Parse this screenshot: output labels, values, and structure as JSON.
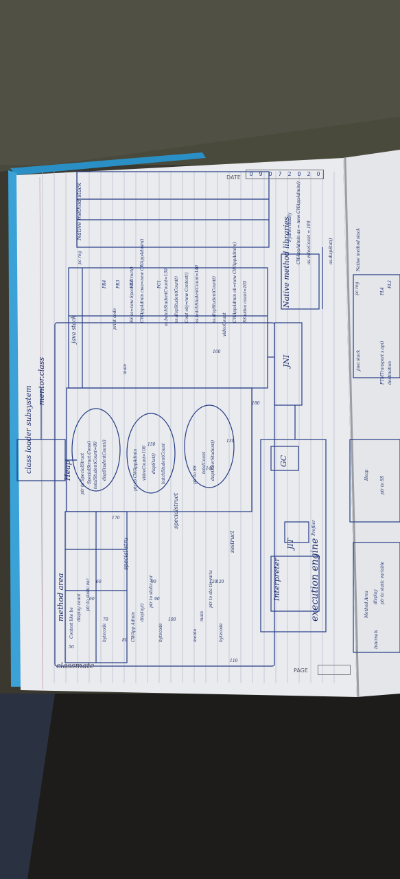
{
  "page": {
    "brand": "classmate",
    "page_label": "PAGE",
    "date_label": "DATE",
    "date_digits": [
      "0",
      "9",
      "0",
      "7",
      "2",
      "0",
      "2",
      "0"
    ]
  },
  "notes": {
    "class_loader": "class loader subsystem",
    "mentor_class": "mentor.class",
    "method_area": "method area",
    "heap": "Heap",
    "java_stack": "java stack",
    "pc_reg": "pc reg",
    "native_method_stack": "Native method stack",
    "native_method_libraries": "Native method libraries",
    "jni": "JNI",
    "execution_engine": "execution engine",
    "interpreter": "Interpreter",
    "gc": "GC",
    "jit": "JIT",
    "profiler": "Profiler",
    "ssstruct": "ssstruct",
    "special_struct": "specialstruct",
    "special_stru": "special stru",
    "pr_labels": [
      "PR4",
      "PR3",
      "PR2",
      "PC1"
    ],
    "num_labels": [
      "50",
      "60",
      "70",
      "80",
      "90",
      "100",
      "110",
      "120",
      "130",
      "140",
      "150",
      "160",
      "170",
      "180"
    ],
    "ma_rows": [
      {
        "name": "Contest like be",
        "cells": [
          "display count",
          "ptr to static var"
        ],
        "bc": "bytecode",
        "v": "60"
      },
      {
        "name": "CWApp Admin",
        "cells": [
          "display()",
          "ptr to static var"
        ],
        "bc": "bytecode",
        "v": "90"
      },
      {
        "name": "mento",
        "cells": [
          "main",
          "ptr to sta tic varia"
        ],
        "bc": "bytecode",
        "v": "120"
      }
    ],
    "heap_objects": [
      "ptr to SpecialStruct",
      "ptr to CWAppAdmin",
      "ptr to SS"
    ],
    "heap_lines": [
      "SpecialStruct.Cons()",
      "totalStudentCount=80",
      "dispStudentCount()",
      "videoCount=100",
      "dispStat()",
      "batchStudentCount",
      "totalCount",
      "dispOtherStudent()"
    ],
    "stack_lines": [
      "print code",
      "main",
      "SS ss=new SpecialStruct()",
      "CWAppAdmin cwa=new CWAppAdmin()",
      "ss.batchStudentCount=130",
      "ss.dispStudentCount()",
      "Cont obj=new Contest()",
      "ss.batchStudentCount=140",
      "ss.dispStudentCount()",
      "videoCount",
      "CWAppAdmin ob=new CWAppAdmin()",
      "SS.video count=105"
    ],
    "right_lines": [
      "Python totally",
      "CWAppAdmin as = new CWAppAdmin()",
      "as.videoCount = 190",
      "as.dispStat()"
    ],
    "right_page": {
      "java_stack": "java stack",
      "native_method_stack": "Native method stack",
      "pc_reg": "pc reg",
      "heap": "Heap",
      "method_area": "Method Area",
      "internals": "Internals",
      "lines": [
        "PTMTransport s.op()",
        "destination",
        "PL4",
        "PL3",
        "ptr to SS",
        "ptr to static variable",
        "display"
      ]
    }
  }
}
